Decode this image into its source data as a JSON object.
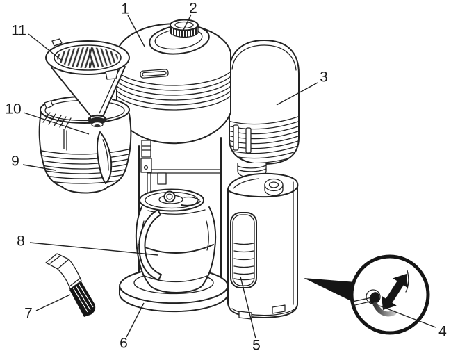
{
  "colors": {
    "ink": "#222222",
    "label_ink": "#1a1a1a",
    "solid_black": "#151515",
    "background": "#ffffff"
  },
  "diagram": {
    "type": "exploded-parts-line-drawing",
    "subject": "drip coffee maker parts overview",
    "callouts": [
      {
        "label": "1"
      },
      {
        "label": "2"
      },
      {
        "label": "3"
      },
      {
        "label": "4"
      },
      {
        "label": "5"
      },
      {
        "label": "6"
      },
      {
        "label": "7"
      },
      {
        "label": "8"
      },
      {
        "label": "9"
      },
      {
        "label": "10"
      },
      {
        "label": "11"
      }
    ],
    "icons": {
      "inset_arrow": "double-headed-arrow",
      "inset_pointer": "triangle-pointer"
    }
  }
}
